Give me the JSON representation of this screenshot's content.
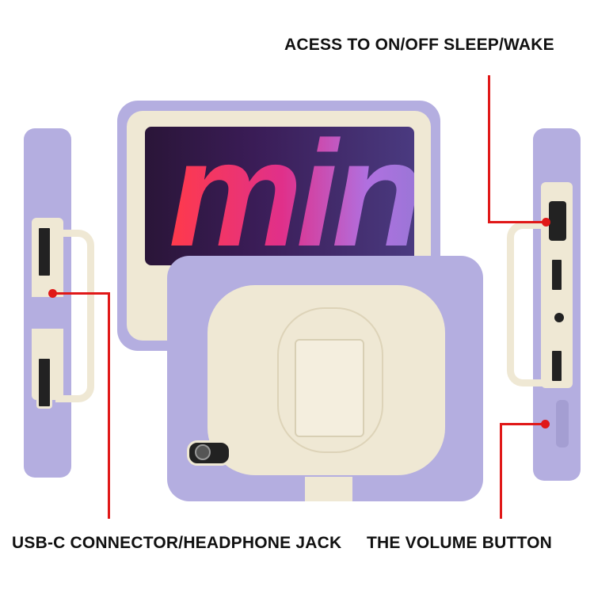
{
  "labels": {
    "sleep_wake": "ACESS TO ON/OFF SLEEP/WAKE",
    "usb_c": "USB-C CONNECTOR/HEADPHONE JACK",
    "volume": "THE VOLUME BUTTON"
  },
  "screen_logo": "mini",
  "colors": {
    "case_purple": "#b4aee0",
    "case_cream": "#efe8d4",
    "callout_red": "#e01818"
  }
}
